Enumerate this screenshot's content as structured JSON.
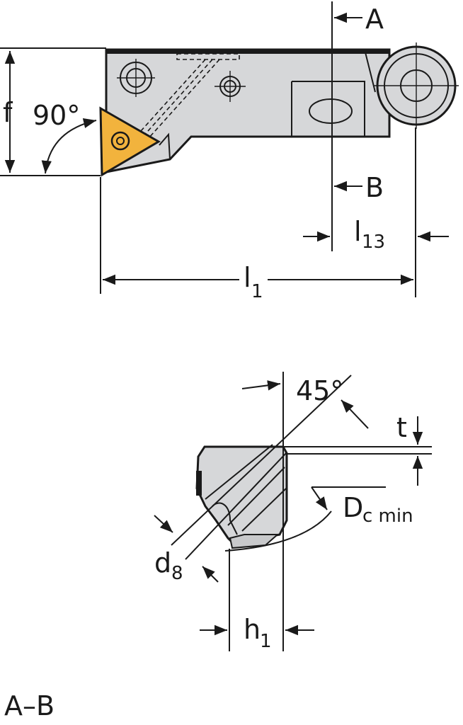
{
  "top_view": {
    "angle_label": "90°",
    "f_label": "f",
    "a_label": "A",
    "b_label": "B",
    "l13_main": "l",
    "l13_sub": "13",
    "l1_main": "l",
    "l1_sub": "1"
  },
  "section_view": {
    "angle_label": "45°",
    "t_label": "t",
    "dc_main": "D",
    "dc_sub": "c min",
    "d8_main": "d",
    "d8_sub": "8",
    "h1_main": "h",
    "h1_sub": "1"
  },
  "caption": "A–B",
  "colors": {
    "body": "#d6d7d9",
    "insert": "#f2b33d",
    "outline": "#1a1a1a"
  }
}
